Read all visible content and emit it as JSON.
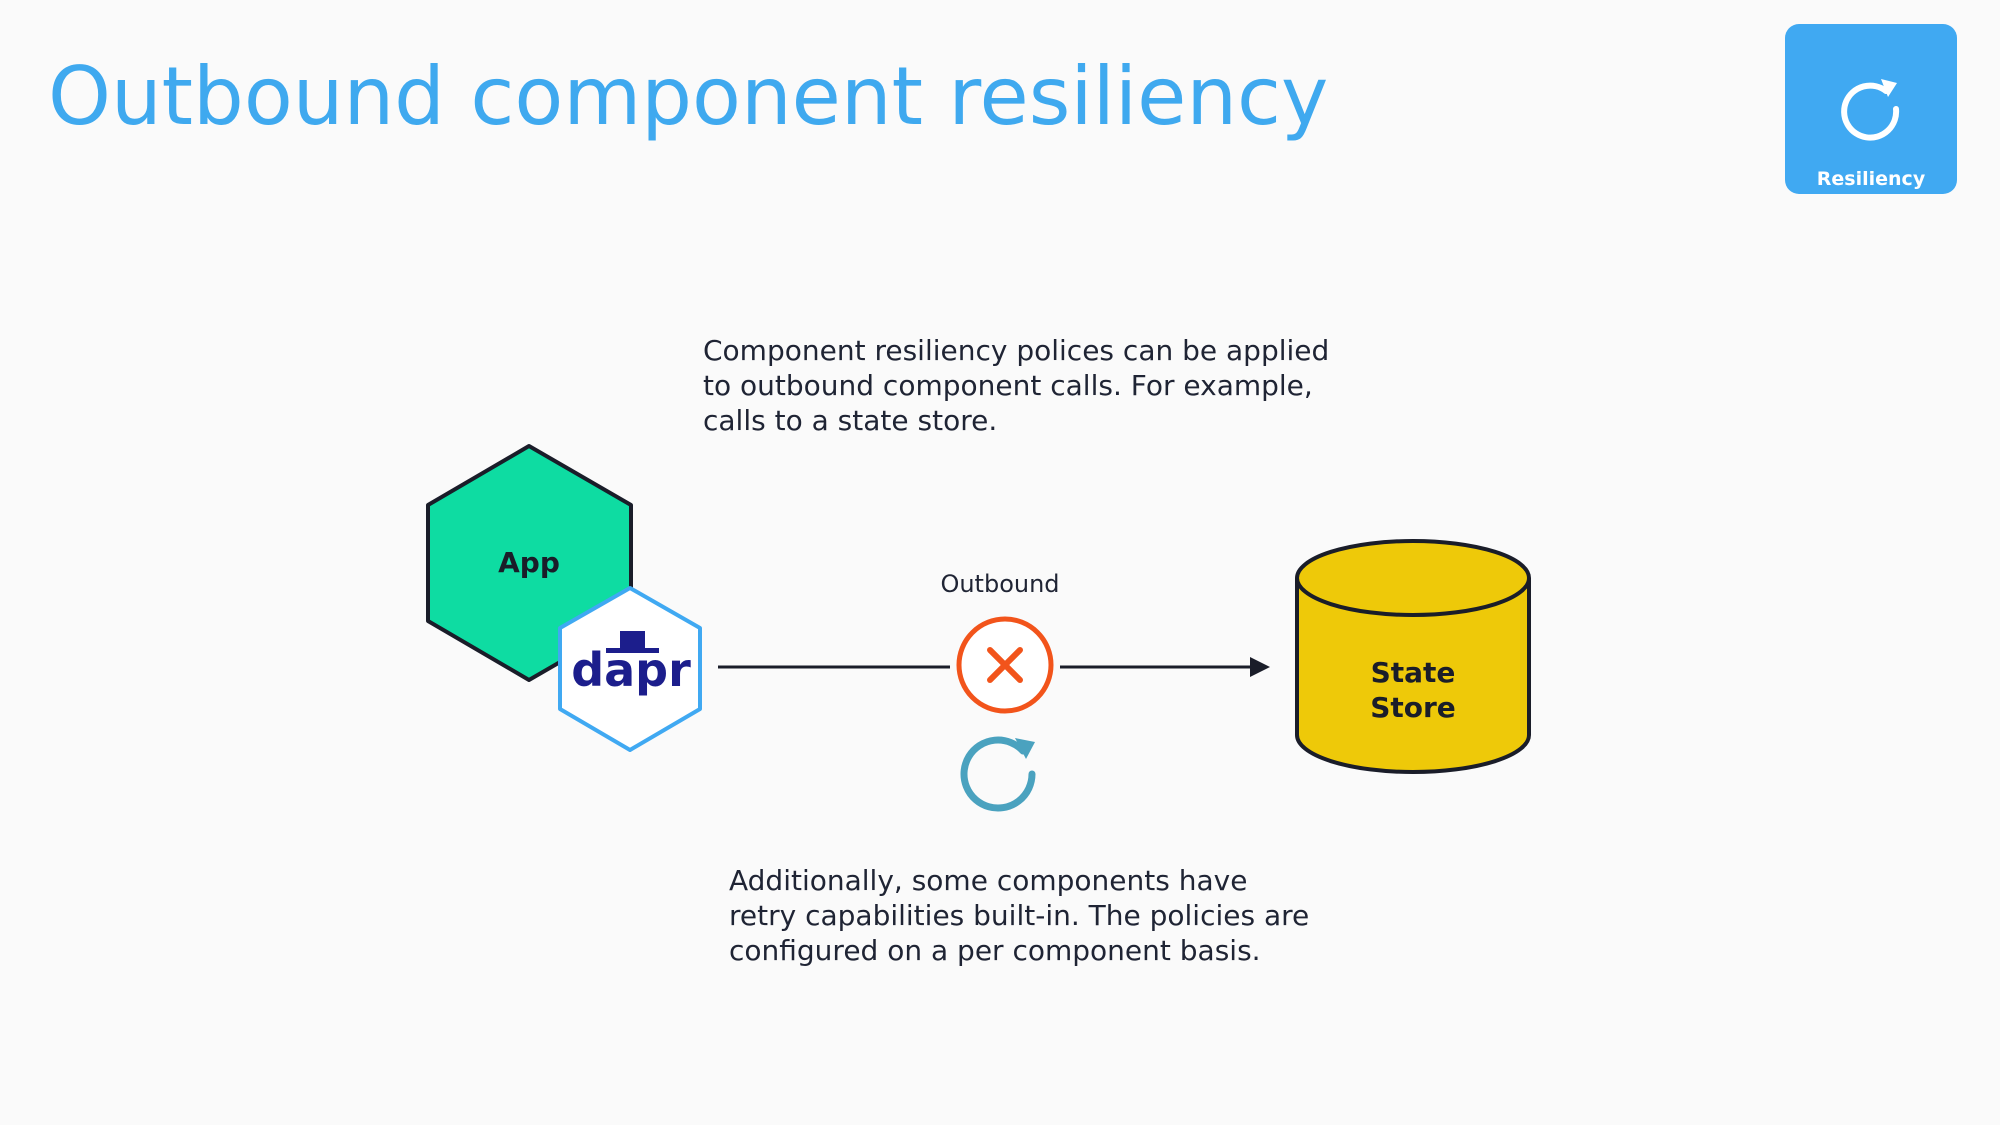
{
  "header": {
    "title": "Outbound component resiliency"
  },
  "badge": {
    "label": "Resiliency",
    "icon": "refresh-icon",
    "color": "#40a9f2"
  },
  "text": {
    "top": "Component resiliency polices can be applied\nto outbound component calls. For example,\ncalls to a state store.",
    "bottom": "Additionally, some components have\nretry capabilities built-in. The policies are\nconfigured on a per component basis."
  },
  "diagram": {
    "app_label": "App",
    "dapr_label": "dapr",
    "edge_label": "Outbound",
    "failure_icon": "x-circle-icon",
    "retry_icon": "retry-icon",
    "store_label_line1": "State",
    "store_label_line2": "Store",
    "colors": {
      "app": "#0edca2",
      "dapr_border": "#40a9f2",
      "dapr_text": "#1c1e8c",
      "failure": "#f2541b",
      "retry": "#4aa2bf",
      "store": "#eec909",
      "outline": "#1a1d29"
    }
  }
}
